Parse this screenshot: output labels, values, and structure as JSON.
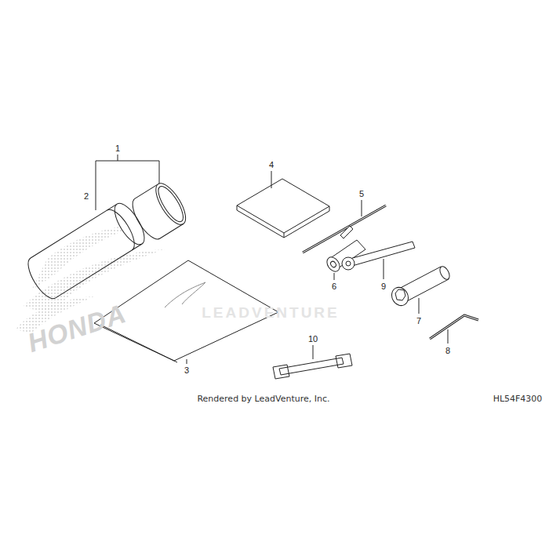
{
  "diagram": {
    "labels": [
      "1",
      "2",
      "3",
      "4",
      "5",
      "6",
      "7",
      "8",
      "9",
      "10",
      "Rendered by LeadVenture, Inc.",
      "HL54F4300",
      "LEADVENTURE",
      "HONDA"
    ]
  }
}
